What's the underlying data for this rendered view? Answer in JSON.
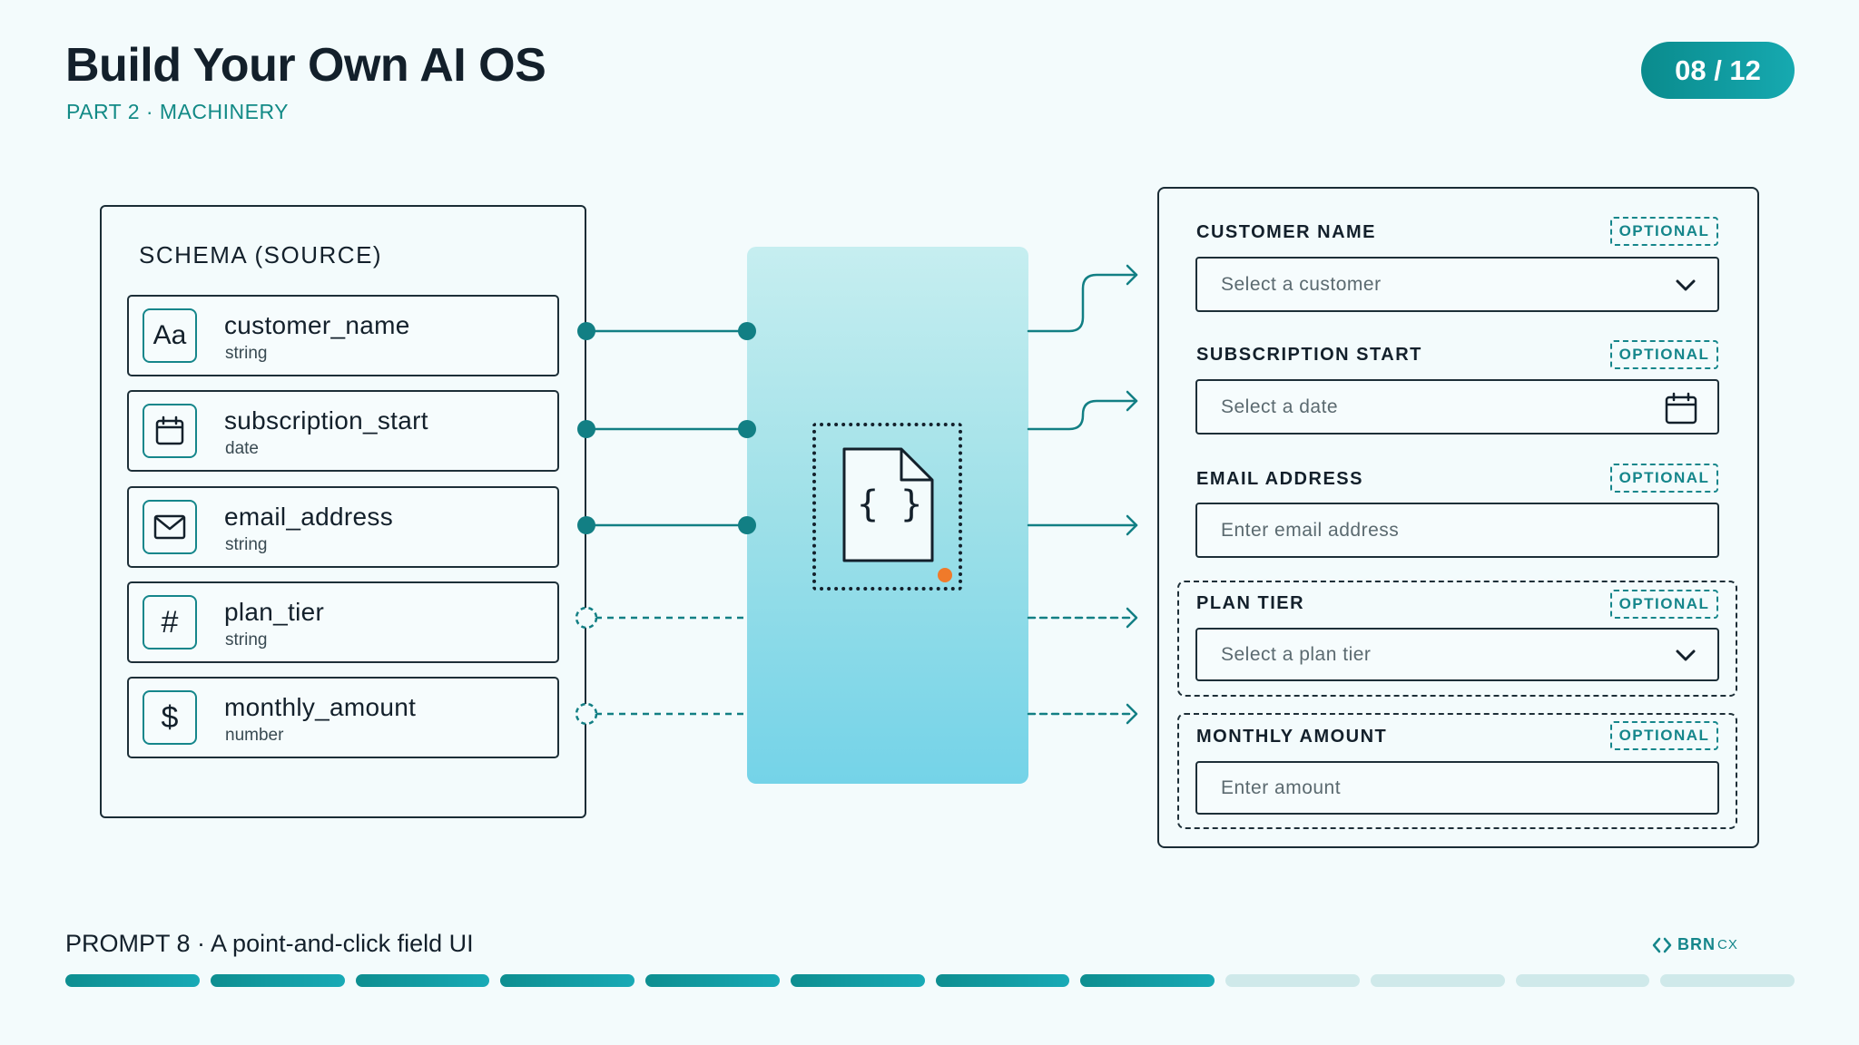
{
  "header": {
    "title": "Build Your Own AI OS",
    "subtitle": "PART 2 · MACHINERY",
    "page_indicator": "08 / 12"
  },
  "schema": {
    "title": "SCHEMA (SOURCE)",
    "fields": [
      {
        "name": "customer_name",
        "type": "string",
        "icon": "text-icon",
        "glyph": "Aa",
        "mapped": true
      },
      {
        "name": "subscription_start",
        "type": "date",
        "icon": "calendar-icon",
        "glyph": "",
        "mapped": true
      },
      {
        "name": "email_address",
        "type": "string",
        "icon": "mail-icon",
        "glyph": "",
        "mapped": true
      },
      {
        "name": "plan_tier",
        "type": "string",
        "icon": "hash-icon",
        "glyph": "#",
        "mapped": false
      },
      {
        "name": "monthly_amount",
        "type": "number",
        "icon": "dollar-icon",
        "glyph": "$",
        "mapped": false
      }
    ]
  },
  "transformer": {
    "icon": "json-file-icon",
    "glyph": "{ }",
    "status_color": "#f07a2a"
  },
  "form": {
    "fields": [
      {
        "label": "CUSTOMER NAME",
        "badge": "OPTIONAL",
        "placeholder": "Select a customer",
        "control": "dropdown",
        "icon": "chevron-down-icon"
      },
      {
        "label": "SUBSCRIPTION START",
        "badge": "OPTIONAL",
        "placeholder": "Select a date",
        "control": "date",
        "icon": "calendar-icon"
      },
      {
        "label": "EMAIL ADDRESS",
        "badge": "OPTIONAL",
        "placeholder": "Enter email address",
        "control": "text"
      },
      {
        "label": "PLAN TIER",
        "badge": "OPTIONAL",
        "placeholder": "Select a plan tier",
        "control": "dropdown",
        "icon": "chevron-down-icon"
      },
      {
        "label": "MONTHLY AMOUNT",
        "badge": "OPTIONAL",
        "placeholder": "Enter amount",
        "control": "text"
      }
    ]
  },
  "footer": {
    "prompt": "PROMPT 8 · A point-and-click field UI",
    "brand_prefix": "BRN",
    "brand_suffix": "CX",
    "progress": {
      "current": 8,
      "total": 12
    }
  },
  "colors": {
    "accent": "#15868b",
    "connector": "#127f84",
    "background": "#f3fbfc",
    "ink": "#13202b",
    "status": "#f07a2a"
  }
}
